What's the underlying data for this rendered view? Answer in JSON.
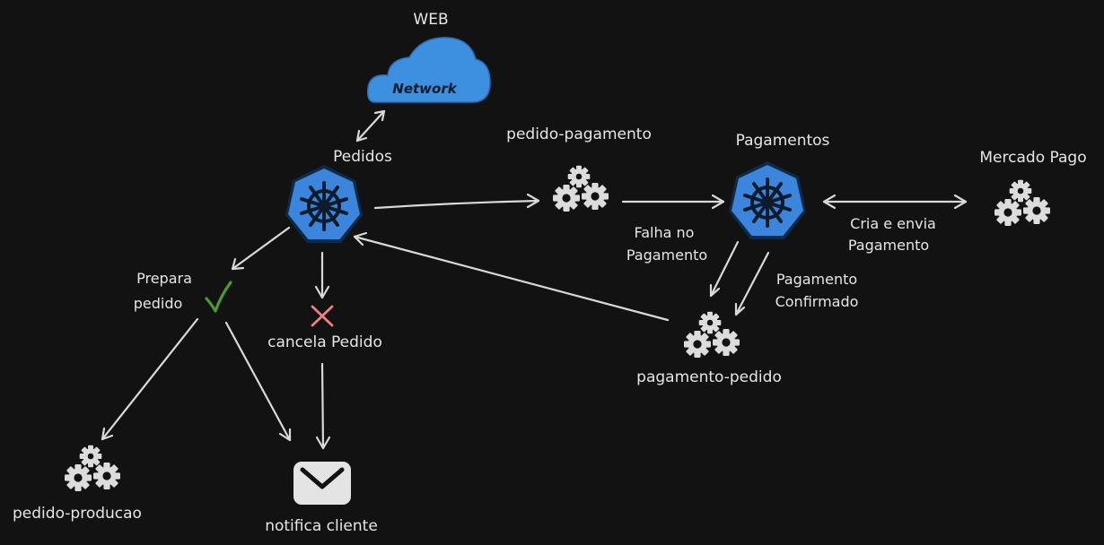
{
  "labels": {
    "web": "WEB",
    "network": "Network",
    "pedidos": "Pedidos",
    "pedido_pagamento": "pedido-pagamento",
    "pagamentos": "Pagamentos",
    "mercado_pago": "Mercado Pago",
    "falha_line1": "Falha no",
    "falha_line2": "Pagamento",
    "cria_line1": "Cria e envia",
    "cria_line2": "Pagamento",
    "confirmado_line1": "Pagamento",
    "confirmado_line2": "Confirmado",
    "prepara_line1": "Prepara",
    "prepara_line2": "pedido",
    "cancela": "cancela Pedido",
    "pagamento_pedido": "pagamento-pedido",
    "pedido_producao": "pedido-producao",
    "notifica": "notifica cliente"
  },
  "icons": {
    "cloud": "cloud-icon",
    "kubernetes": "kubernetes-icon",
    "gears": "gears-icon",
    "check": "checkmark-icon",
    "cross": "cross-icon",
    "mail": "mail-icon"
  },
  "colors": {
    "background": "#121212",
    "cloud": "#3d8fe0",
    "kubernetes": "#3b86dc",
    "check": "#4f9a2c",
    "cross": "#f08080",
    "line": "#d9d9d9"
  }
}
